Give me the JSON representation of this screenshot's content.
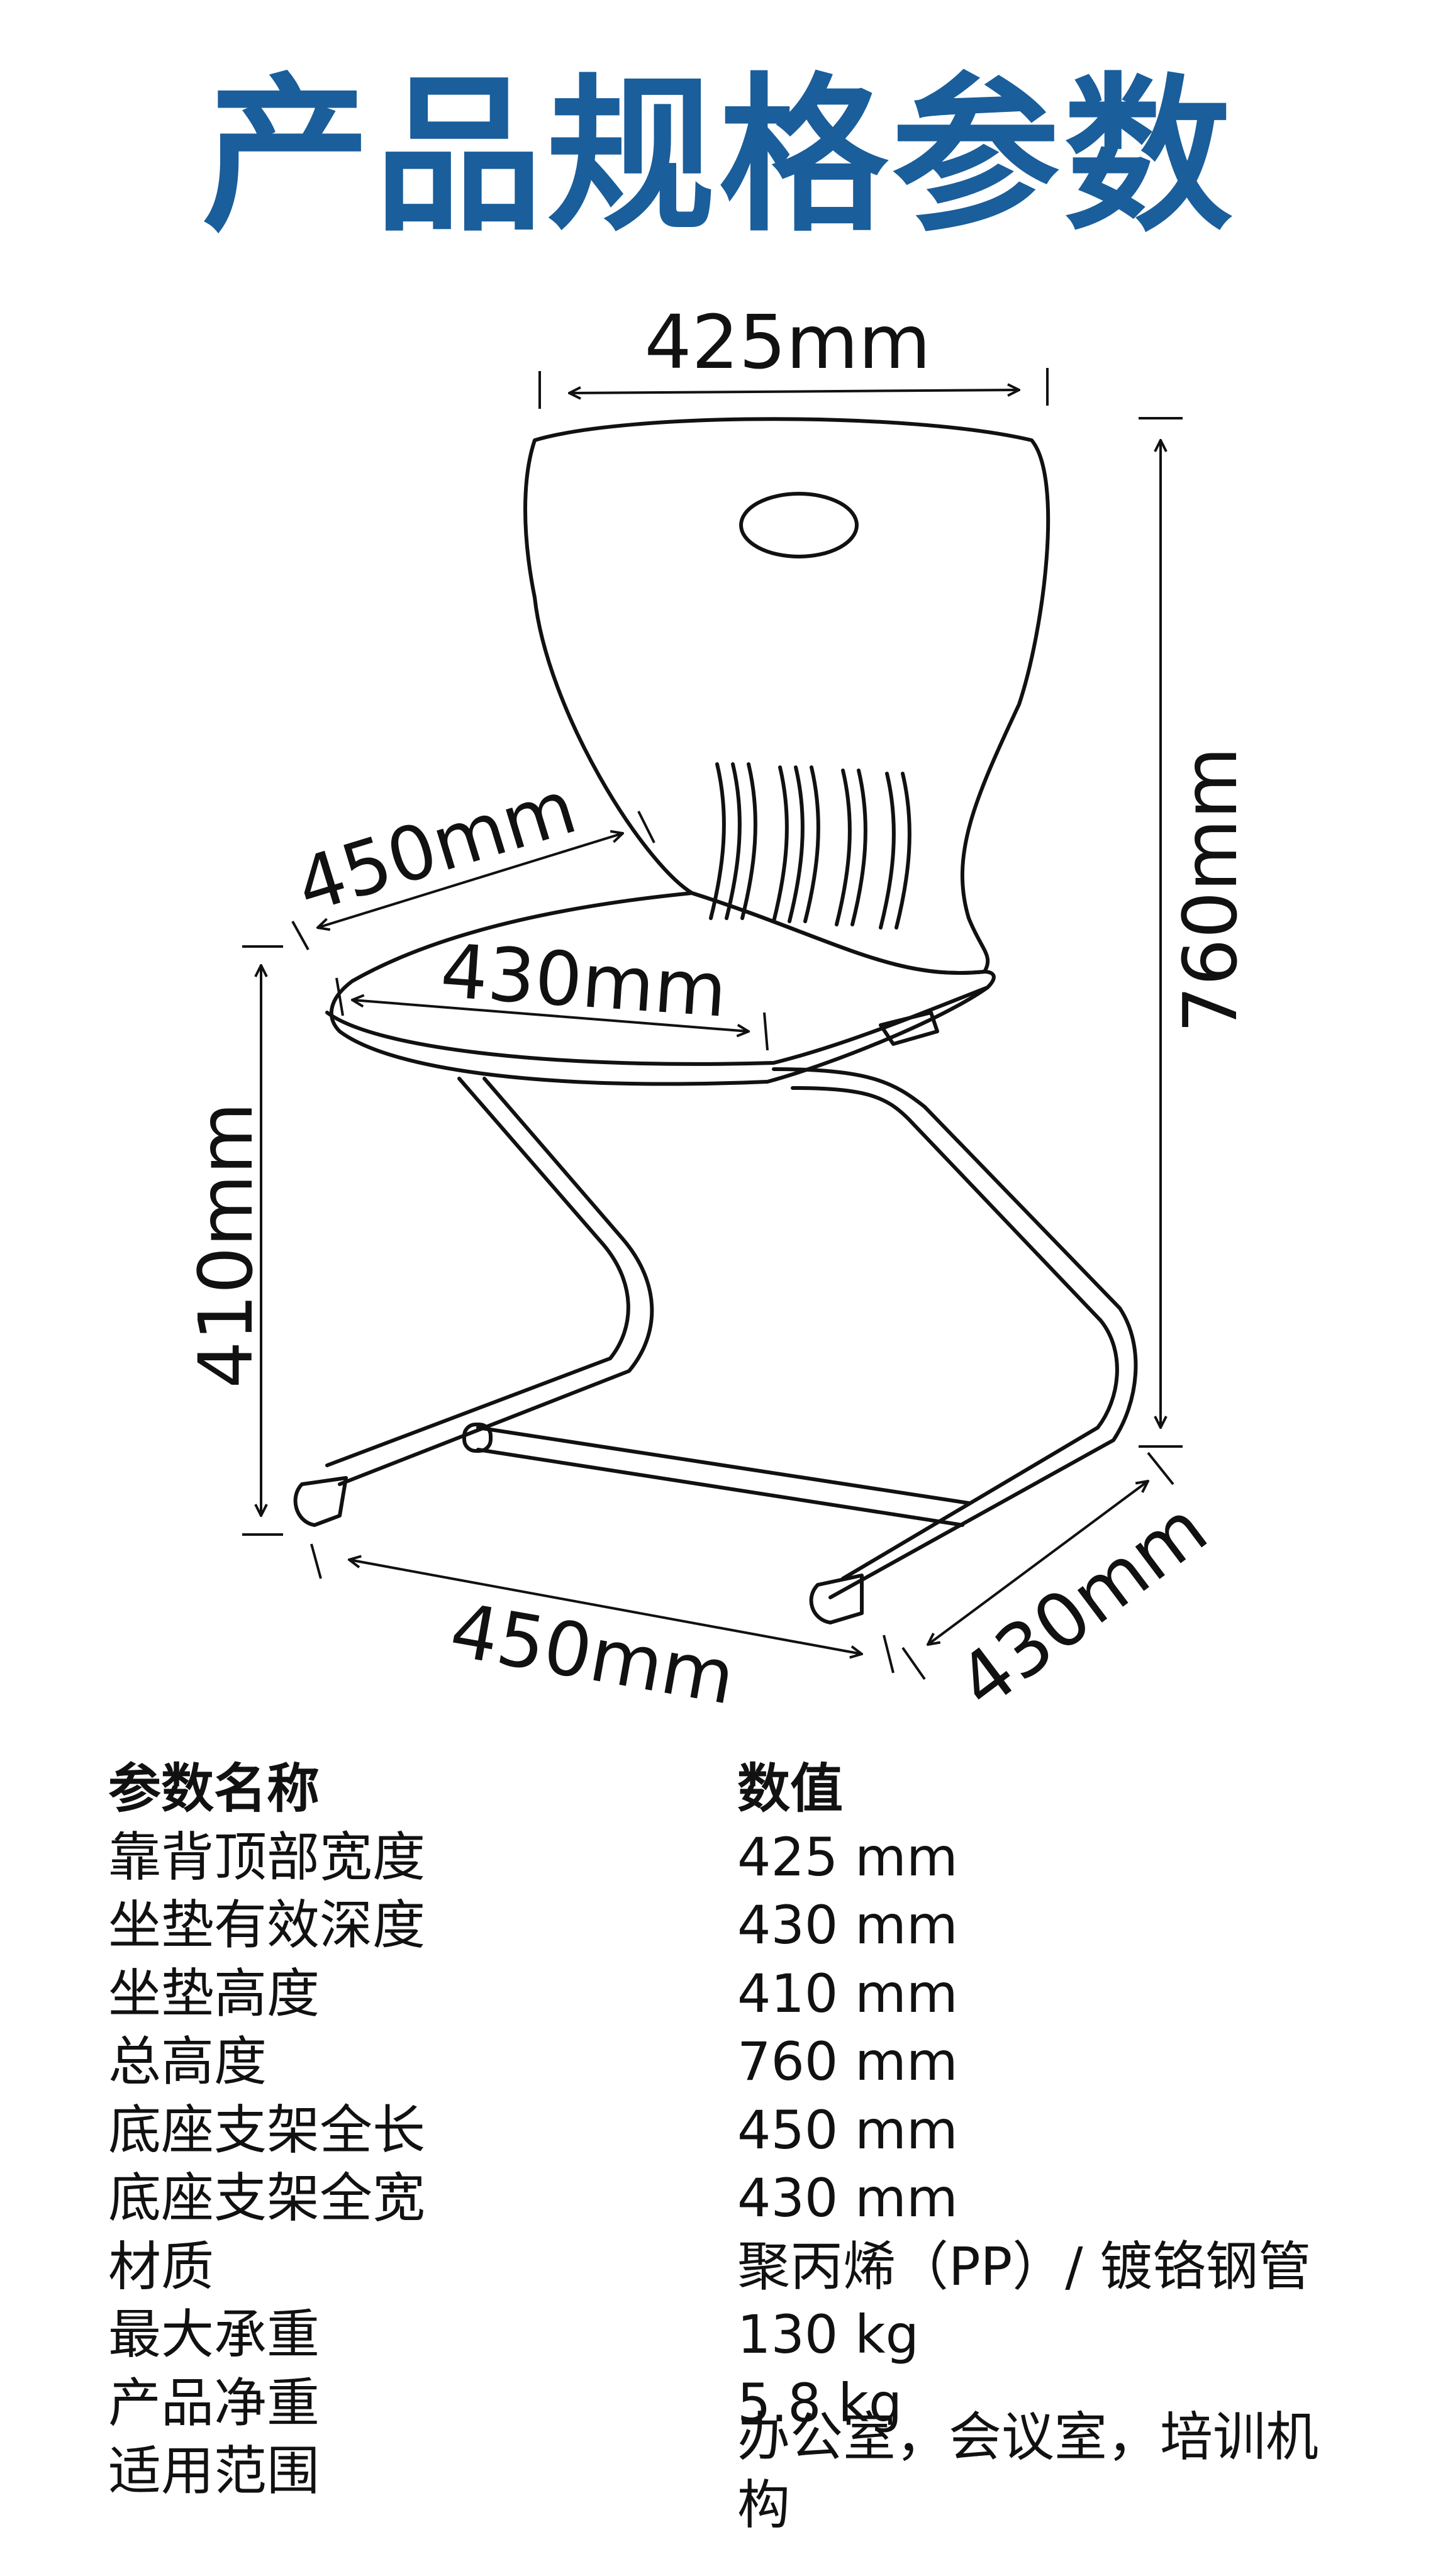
{
  "title": "产品规格参数",
  "dimensions": {
    "backrest_width": "425mm",
    "seat_depth_side": "450mm",
    "seat_depth": "430mm",
    "total_height": "760mm",
    "seat_height": "410mm",
    "base_length": "450mm",
    "base_width": "430mm"
  },
  "table": {
    "header": {
      "name": "参数名称",
      "value": "数值"
    },
    "rows": [
      {
        "name": "靠背顶部宽度",
        "value": "425 mm"
      },
      {
        "name": "坐垫有效深度",
        "value": "430 mm"
      },
      {
        "name": "坐垫高度",
        "value": "410 mm"
      },
      {
        "name": "总高度",
        "value": "760 mm"
      },
      {
        "name": "底座支架全长",
        "value": "450 mm"
      },
      {
        "name": "底座支架全宽",
        "value": "430 mm"
      },
      {
        "name": "材质",
        "value": "聚丙烯（PP）/ 镀铬钢管"
      },
      {
        "name": "最大承重",
        "value": "130 kg"
      },
      {
        "name": "产品净重",
        "value": "5.8 kg"
      },
      {
        "name": "适用范围",
        "value": "办公室，会议室，培训机构"
      }
    ]
  },
  "colors": {
    "title": "#1a5e9b",
    "line": "#111111"
  }
}
